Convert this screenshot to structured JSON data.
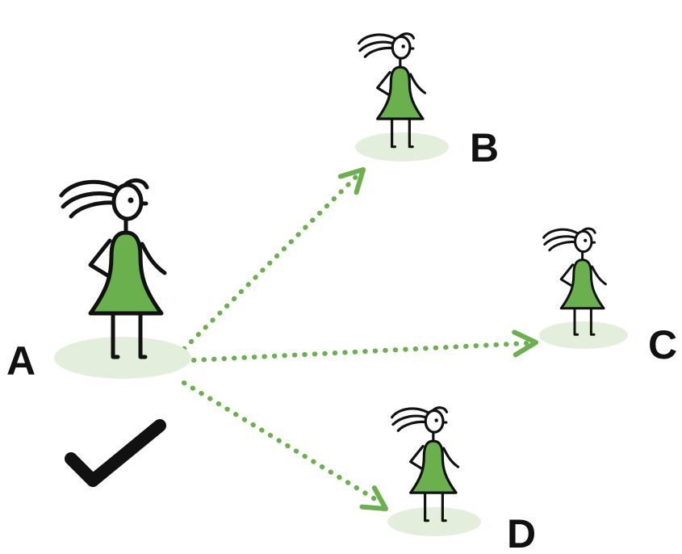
{
  "colors": {
    "figure_fill": "#6ab04c",
    "outline": "#111111",
    "shadow": "#e3efdc",
    "arrow": "#6ab04c",
    "check": "#111111"
  },
  "nodes": [
    {
      "id": "a",
      "label": "A",
      "role": "source"
    },
    {
      "id": "b",
      "label": "B",
      "role": "target"
    },
    {
      "id": "c",
      "label": "C",
      "role": "target"
    },
    {
      "id": "d",
      "label": "D",
      "role": "target"
    }
  ],
  "edges": [
    {
      "from": "A",
      "to": "B",
      "style": "dotted-arrow"
    },
    {
      "from": "A",
      "to": "C",
      "style": "dotted-arrow"
    },
    {
      "from": "A",
      "to": "D",
      "style": "dotted-arrow"
    }
  ],
  "icons": {
    "approval": "checkmark-icon",
    "figure": "girl-figure-icon"
  }
}
